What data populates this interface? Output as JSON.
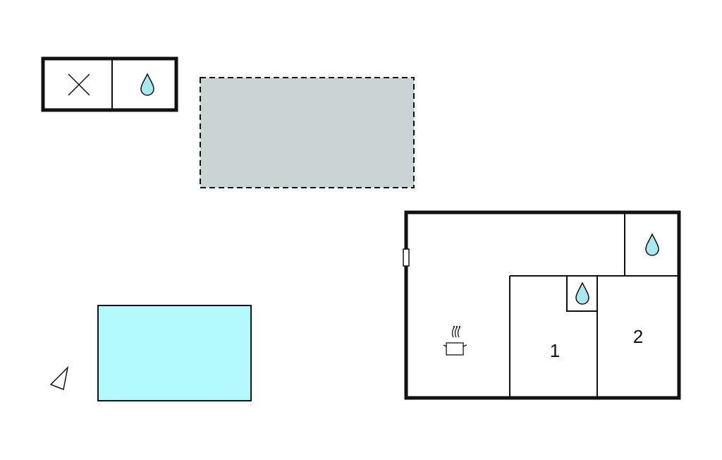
{
  "floorplan": {
    "rooms": [
      {
        "id": "bedroom-1",
        "label": "1"
      },
      {
        "id": "bedroom-2",
        "label": "2"
      }
    ],
    "icons": {
      "outhouse_toilet": "close-x-icon",
      "outhouse_water": "water-drop-icon",
      "bathroom_water": "water-drop-icon",
      "small_bath_water": "water-drop-icon",
      "kitchen": "cooking-pot-icon",
      "compass": "compass-arrow-icon",
      "window": "window-icon"
    },
    "colors": {
      "wall": "#111111",
      "terrace": "#cad4d5",
      "pool": "#b3f9fd",
      "water_drop": "#a8e8f0",
      "background": "#ffffff"
    }
  }
}
